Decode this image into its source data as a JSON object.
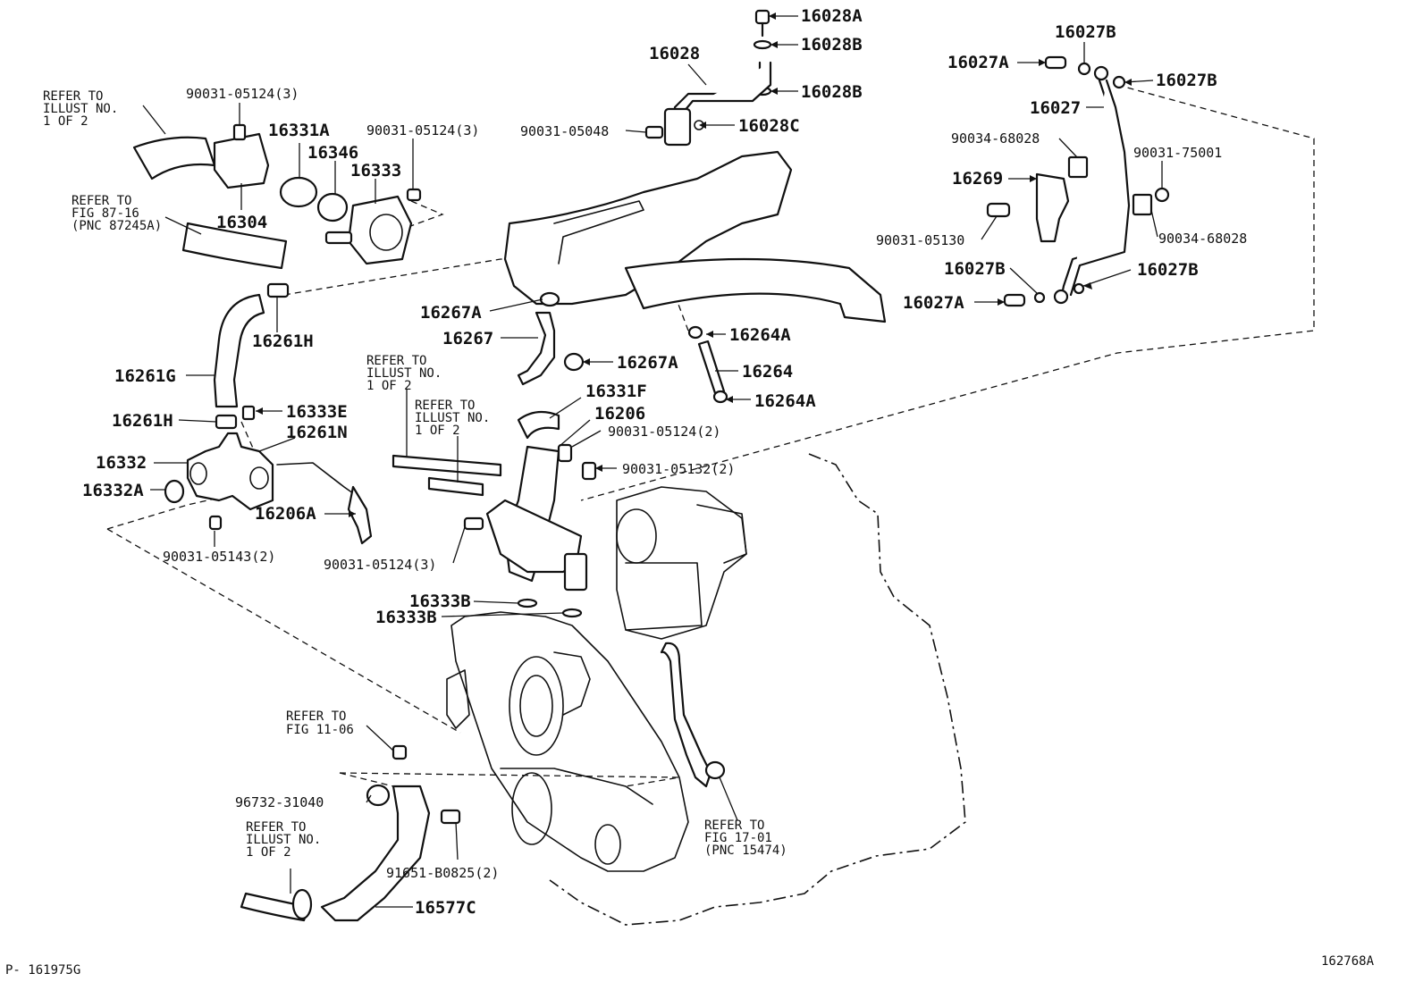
{
  "callouts": {
    "p16028A": "16028A",
    "p16028B_top": "16028B",
    "p16028": "16028",
    "p16028B_bottom": "16028B",
    "p16028C": "16028C",
    "p90031_05048": "90031-05048",
    "p16027B_top": "16027B",
    "p16027A_top": "16027A",
    "p16027B_right": "16027B",
    "p16027": "16027",
    "p90034_68028_a": "90034-68028",
    "p90031_75001": "90031-75001",
    "p16269": "16269",
    "p90031_05130": "90031-05130",
    "p90034_68028_b": "90034-68028",
    "p16027B_lower_left": "16027B",
    "p16027B_lower_right": "16027B",
    "p16027A_bottom": "16027A",
    "p90031_05124_3_a": "90031-05124(3)",
    "p16331A": "16331A",
    "p16346": "16346",
    "p90031_05124_3_b": "90031-05124(3)",
    "p16333": "16333",
    "p16304": "16304",
    "p16261H_top": "16261H",
    "p16267A_top": "16267A",
    "p16264A_top": "16264A",
    "p16267": "16267",
    "p16267A_lower": "16267A",
    "p16264": "16264",
    "p16261G": "16261G",
    "p16264A_bottom": "16264A",
    "p16331F": "16331F",
    "p16261H_bottom": "16261H",
    "p16333E": "16333E",
    "p16206": "16206",
    "p16261N": "16261N",
    "p90031_05124_2": "90031-05124(2)",
    "p16332": "16332",
    "p90031_05132_2": "90031-05132(2)",
    "p16332A": "16332A",
    "p16206A": "16206A",
    "p90031_05143_2": "90031-05143(2)",
    "p90031_05124_3_c": "90031-05124(3)",
    "p16333B_a": "16333B",
    "p16333B_b": "16333B",
    "p96732_31040": "96732-31040",
    "p91651_B0825_2": "91651-B0825(2)",
    "p16577C": "16577C"
  },
  "references": {
    "ref_illust_top_left": [
      "REFER TO",
      "ILLUST NO.",
      "1 OF 2"
    ],
    "ref_fig_87_16": [
      "REFER TO",
      "FIG 87-16",
      "(PNC 87245A)"
    ],
    "ref_illust_mid_a": [
      "REFER TO",
      "ILLUST NO.",
      "1 OF 2"
    ],
    "ref_illust_mid_b": [
      "REFER TO",
      "ILLUST NO.",
      "1 OF 2"
    ],
    "ref_fig_11_06": [
      "REFER TO",
      "FIG 11-06"
    ],
    "ref_illust_bottom": [
      "REFER TO",
      "ILLUST NO.",
      "1 OF 2"
    ],
    "ref_fig_17_01": [
      "REFER TO",
      "FIG 17-01",
      "(PNC 15474)"
    ]
  },
  "footer": {
    "left_code": "P- 161975G",
    "right_code": "162768A"
  },
  "colors": {
    "ink": "#111111",
    "paper": "#ffffff"
  }
}
